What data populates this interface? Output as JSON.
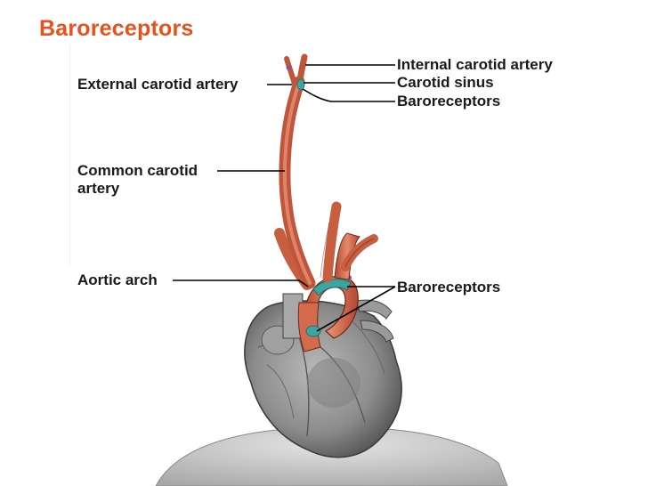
{
  "title": "Baroreceptors",
  "labels": {
    "internal_carotid": "Internal carotid artery",
    "carotid_sinus": "Carotid sinus",
    "baroreceptors_top": "Baroreceptors",
    "external_carotid": "External carotid artery",
    "common_carotid_line1": "Common carotid",
    "common_carotid_line2": "artery",
    "aortic_arch": "Aortic arch",
    "baroreceptors_bottom": "Baroreceptors"
  },
  "colors": {
    "title": "#e8501c",
    "artery": "#d0684a",
    "baroreceptor": "#3aa6a2",
    "heart": "#8a8a8a"
  }
}
